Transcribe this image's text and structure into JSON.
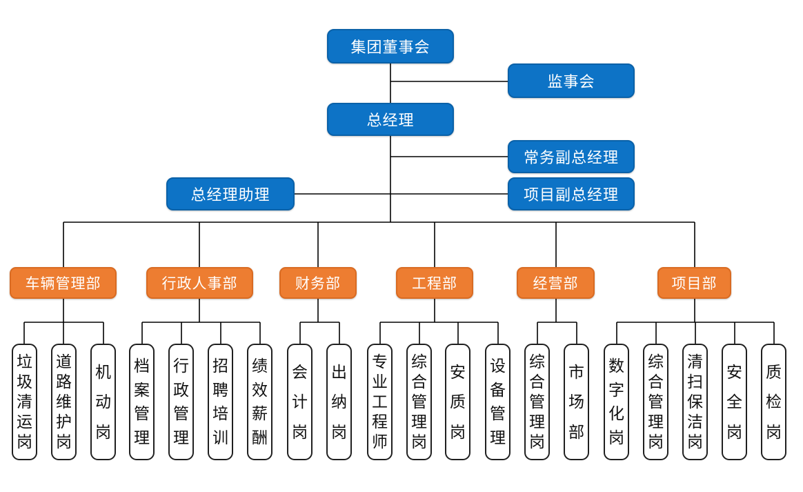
{
  "org_chart": {
    "colors": {
      "executive-fill": "#0D73C6",
      "executive-border": "#0A61A8",
      "department-fill": "#ED7D31",
      "department-border": "#D96B22",
      "position-fill": "#FFFFFF",
      "position-border": "#1F1F1F",
      "connector": "#000000"
    },
    "executives": {
      "board": "集团董事会",
      "supervisory_board": "监事会",
      "general_manager": "总经理",
      "executive_deputy_gm": "常务副总经理",
      "gm_assistant": "总经理助理",
      "project_deputy_gm": "项目副总经理"
    },
    "departments": [
      {
        "label": "车辆管理部",
        "positions": [
          "垃圾清运岗",
          "道路维护岗",
          "机动岗"
        ]
      },
      {
        "label": "行政人事部",
        "positions": [
          "档案管理",
          "行政管理",
          "招聘培训",
          "绩效薪酬"
        ]
      },
      {
        "label": "财务部",
        "positions": [
          "会计岗",
          "出纳岗"
        ]
      },
      {
        "label": "工程部",
        "positions": [
          "专业工程师",
          "综合管理岗",
          "安质岗",
          "设备管理"
        ]
      },
      {
        "label": "经营部",
        "positions": [
          "综合管理岗",
          "市场部"
        ]
      },
      {
        "label": "项目部",
        "positions": [
          "数字化岗",
          "综合管理岗",
          "清扫保洁岗",
          "安全岗",
          "质检岗"
        ]
      }
    ]
  }
}
